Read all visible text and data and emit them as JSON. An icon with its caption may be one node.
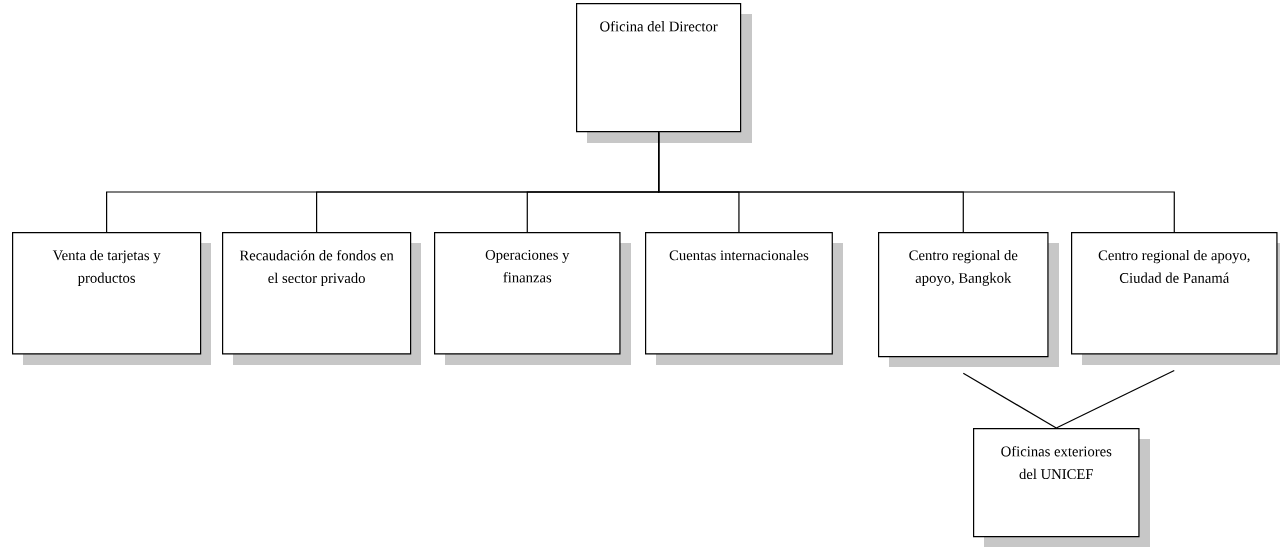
{
  "diagram": {
    "nodes": [
      {
        "text": [
          "Oficina del Director"
        ]
      },
      {
        "text": [
          "Venta de tarjetas y productos"
        ]
      },
      {
        "text": [
          "Recaudación de fondos en el sector privado"
        ]
      },
      {
        "text": [
          "Operaciones y finanzas"
        ]
      },
      {
        "text": [
          "Cuentas internacionales"
        ]
      },
      {
        "text": [
          "Centro regional de apoyo, Bangkok"
        ]
      },
      {
        "text": [
          "Centro regional de apoyo, Ciudad de Panamá"
        ]
      },
      {
        "text": [
          "Oficinas exteriores del UNICEF"
        ]
      }
    ],
    "edges": [
      {
        "from": 0,
        "to": 1,
        "arrow": "none"
      },
      {
        "from": 0,
        "to": 2,
        "arrow": "none"
      },
      {
        "from": 0,
        "to": 3,
        "arrow": "none"
      },
      {
        "from": 0,
        "to": 4,
        "arrow": "none"
      },
      {
        "from": 0,
        "to": 5,
        "arrow": "none"
      },
      {
        "from": 0,
        "to": 6,
        "arrow": "none"
      },
      {
        "from": 5,
        "to": 7,
        "arrow": "none"
      },
      {
        "from": 6,
        "to": 7,
        "arrow": "none"
      }
    ]
  }
}
